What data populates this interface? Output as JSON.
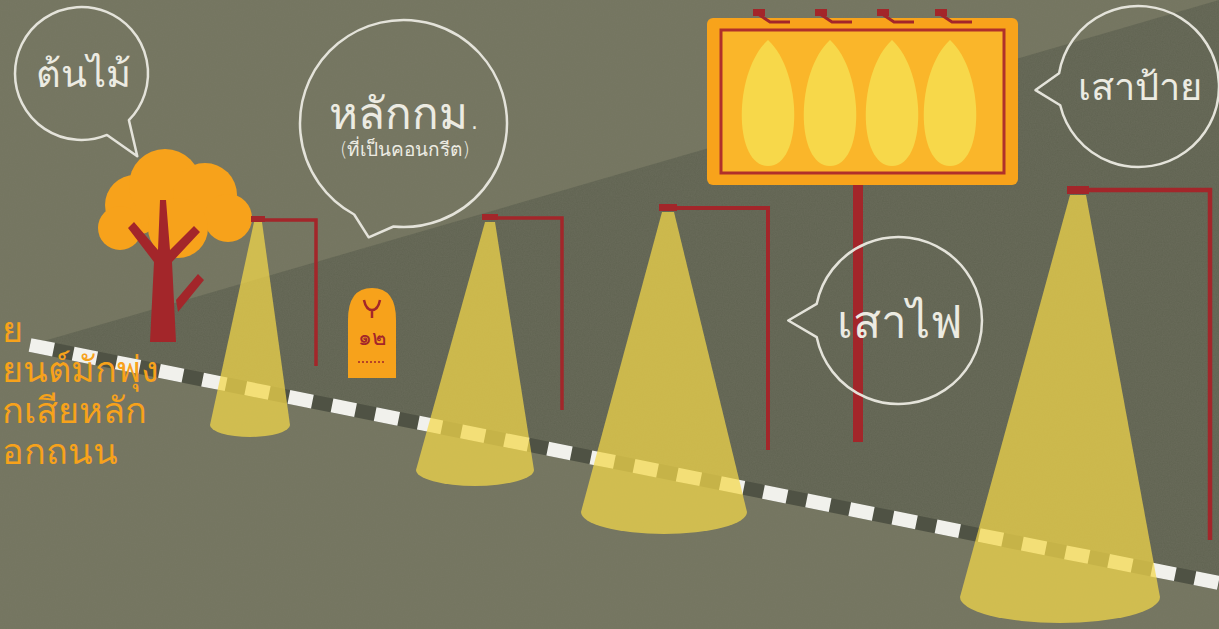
{
  "diagram": {
    "nodes": [
      {
        "text": [
          "ต้นไม้"
        ]
      },
      {
        "text": [
          "หลักกม.",
          "(ที่เป็นคอนกรีต)"
        ]
      },
      {
        "text": [
          "เสาป้าย"
        ]
      },
      {
        "text": [
          "เสาไฟ"
        ]
      }
    ],
    "labels": [
      "ย",
      "ยนต์มักพุ่ง",
      "กเสียหลัก",
      "อกถนน",
      "๑๒"
    ]
  }
}
